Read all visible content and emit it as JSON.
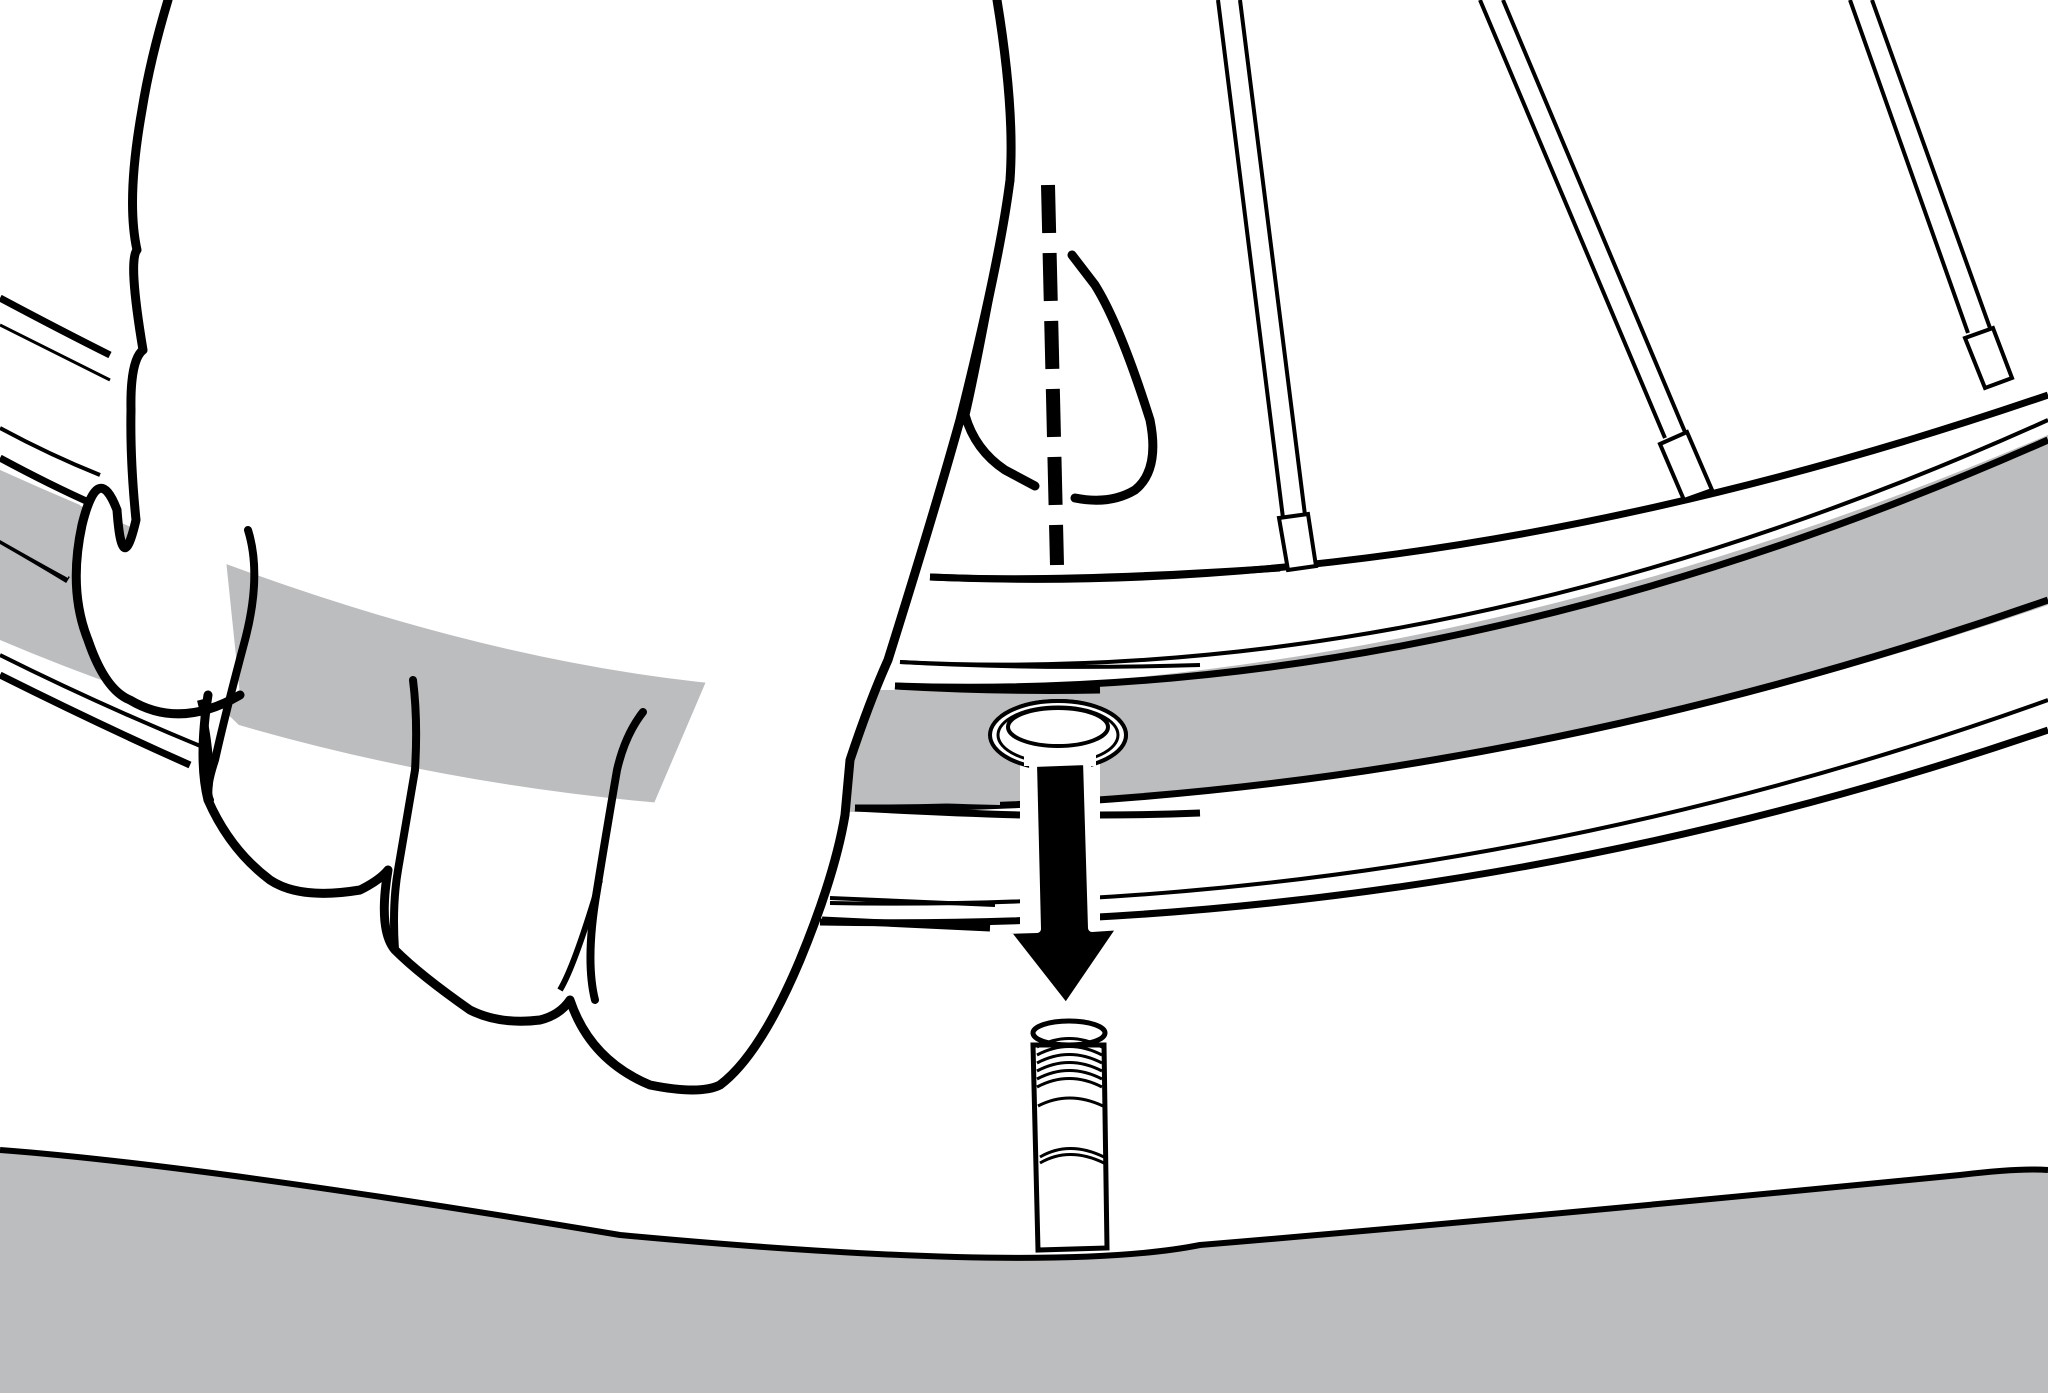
{
  "diagram": {
    "caption": "",
    "colors": {
      "ink": "#000000",
      "fill_gray": "#bcbdbf",
      "paper": "#ffffff"
    },
    "parts": [
      {
        "name": "wheel-rim-outer-edge"
      },
      {
        "name": "wheel-rim-inner-edge"
      },
      {
        "name": "rim-valve-hole"
      },
      {
        "name": "spoke-left"
      },
      {
        "name": "spoke-middle"
      },
      {
        "name": "spoke-right"
      },
      {
        "name": "inner-tube"
      },
      {
        "name": "tube-valve-stem"
      },
      {
        "name": "hand"
      },
      {
        "name": "insert-direction-arrow"
      }
    ],
    "icons": {
      "arrow": "arrow-down-icon",
      "hand": "hand-icon"
    }
  }
}
